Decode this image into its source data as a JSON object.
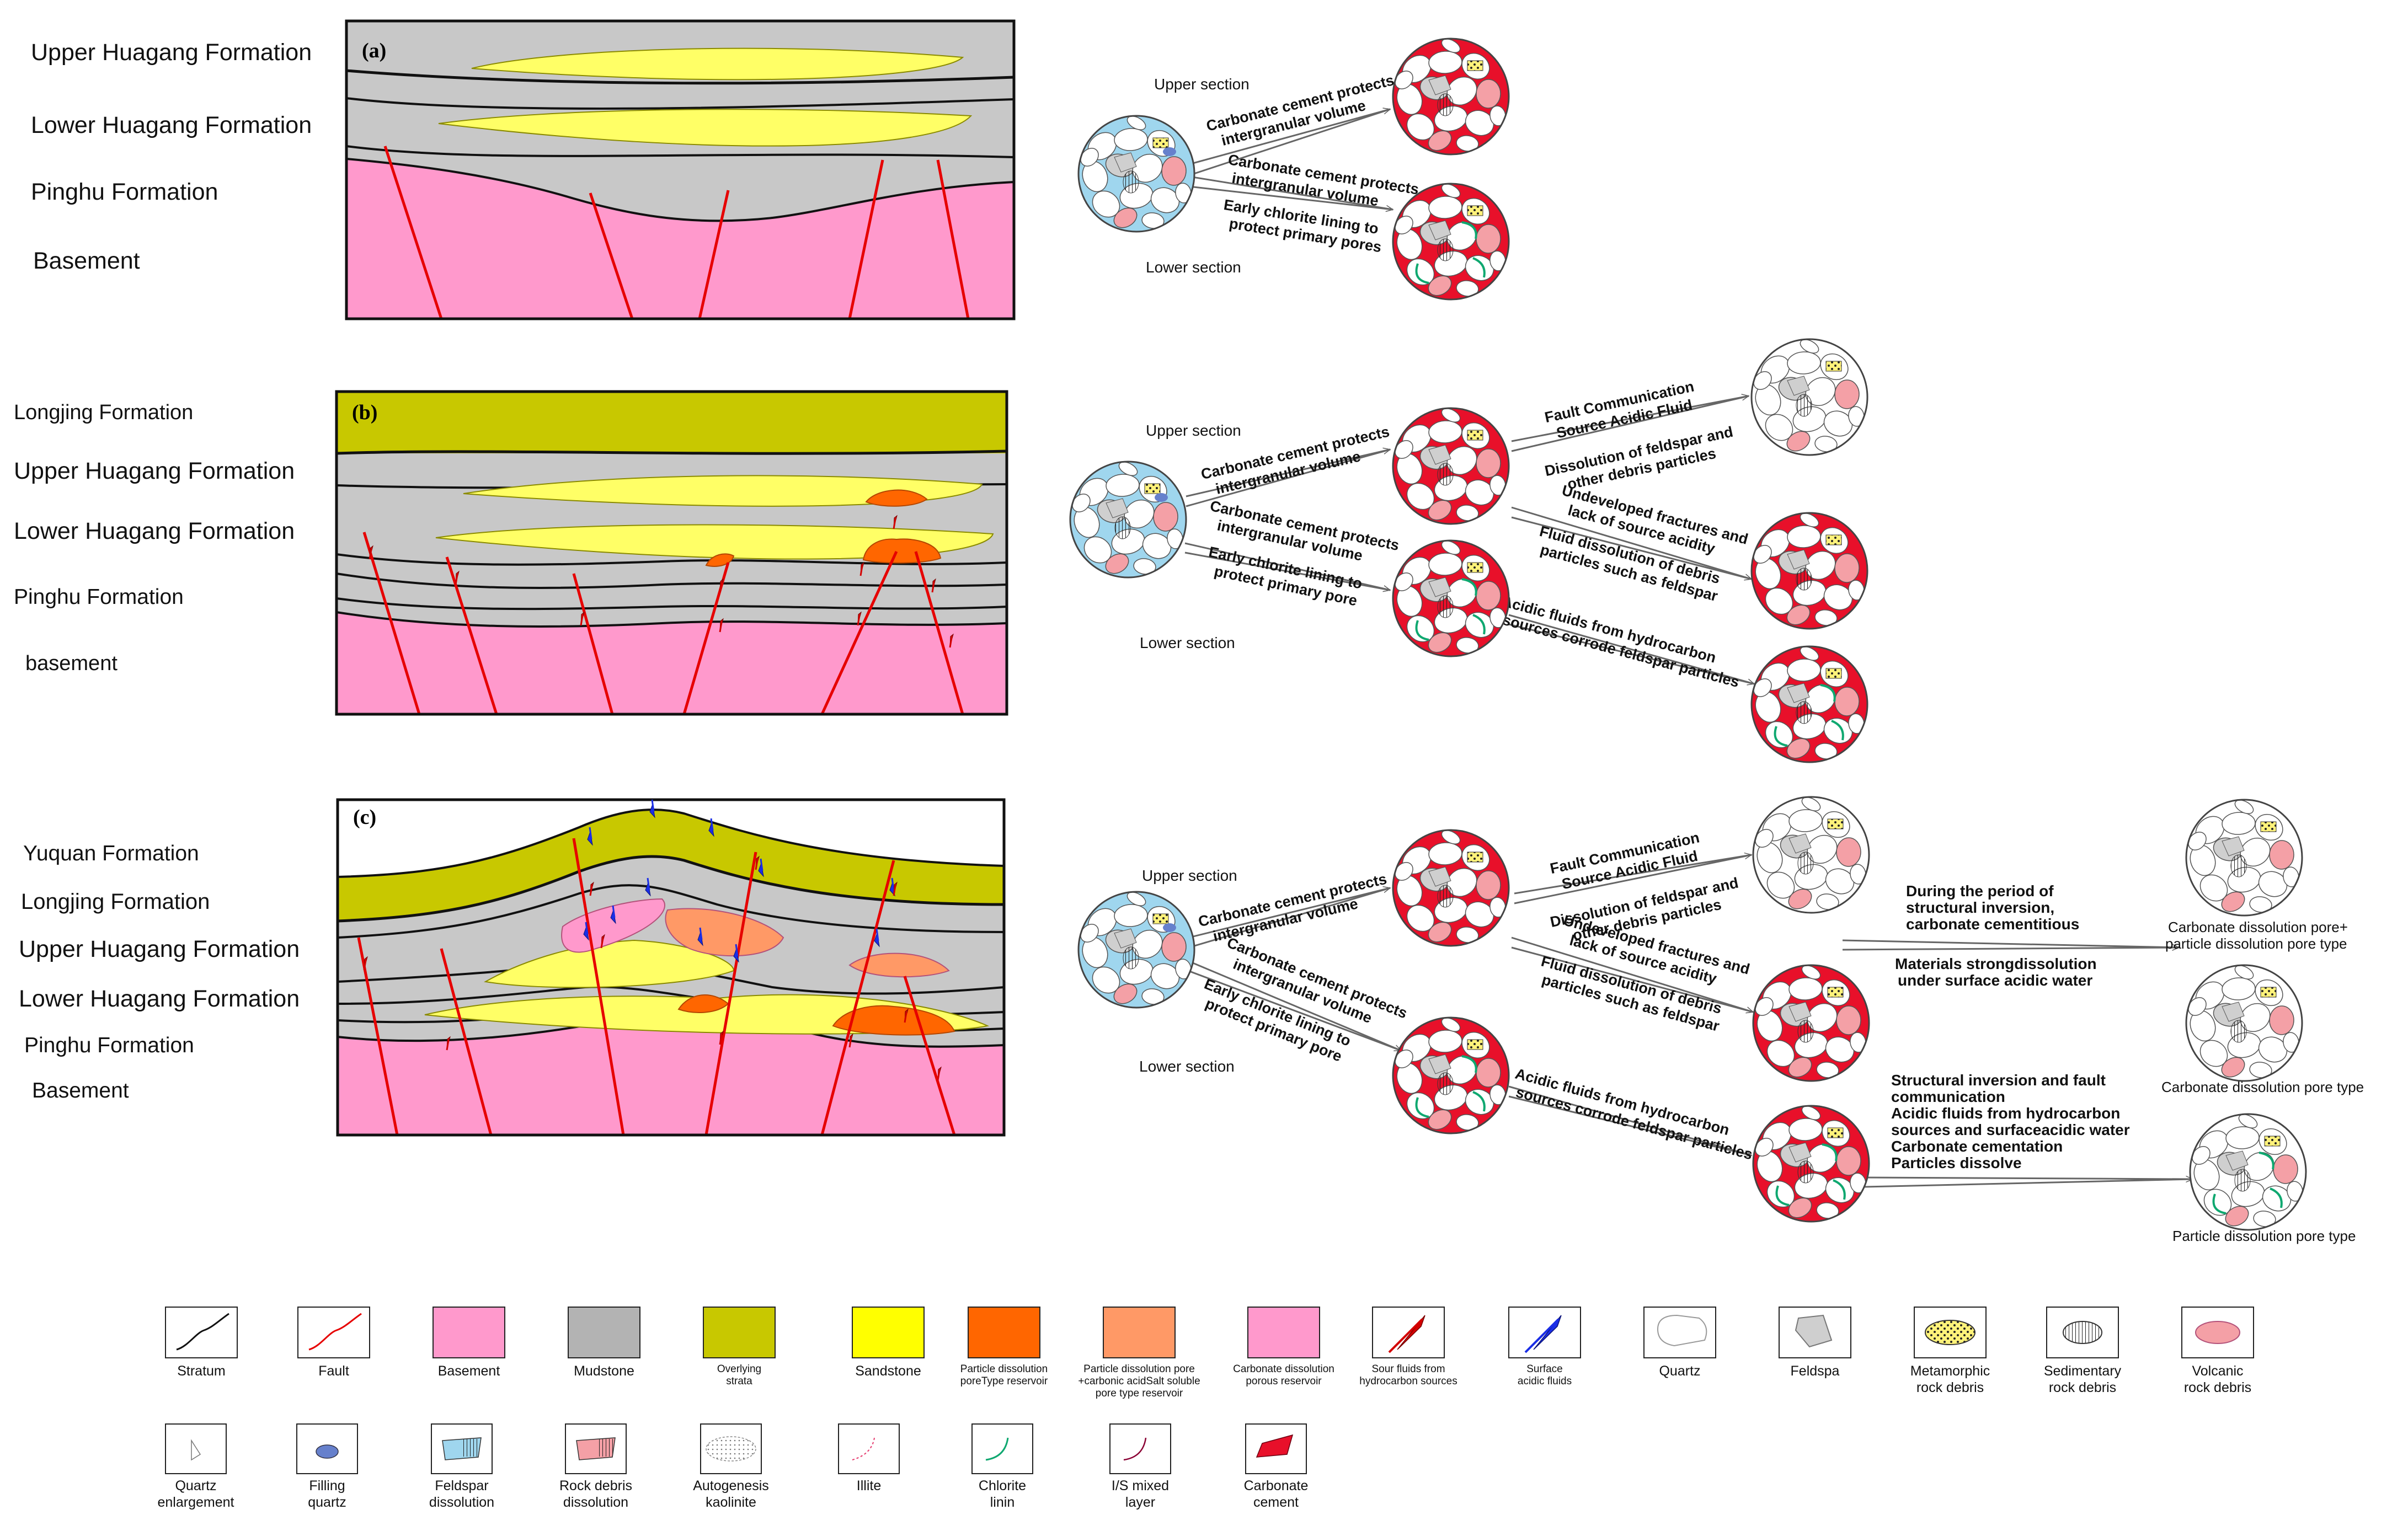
{
  "panels": {
    "a": {
      "tag": "(a)",
      "formations": [
        "Upper Huagang Formation",
        "Lower Huagang Formation",
        "Pinghu Formation",
        "Basement"
      ],
      "upper_section": "Upper section",
      "lower_section": "Lower section",
      "processes": [
        [
          "Carbonate cement protects",
          "intergranular volume"
        ],
        [
          "Carbonate cement protects",
          "intergranular volume"
        ],
        [
          "Early chlorite lining to",
          "protect primary pores"
        ]
      ]
    },
    "b": {
      "tag": "(b)",
      "formations": [
        "Longjing Formation",
        "Upper Huagang Formation",
        "Lower Huagang Formation",
        "Pinghu Formation",
        "basement"
      ],
      "upper_section": "Upper section",
      "lower_section": "Lower section",
      "processes": [
        [
          "Carbonate cement protects",
          "intergranular volume"
        ],
        [
          "Carbonate cement protects",
          "intergranular volume"
        ],
        [
          "Early chlorite lining to",
          "protect primary pore"
        ],
        [
          "Fault Communication",
          "Source Acidic Fluid"
        ],
        [
          "Dissolution of feldspar and",
          "other debris particles"
        ],
        [
          "Undeveloped fractures and",
          "lack of source acidity"
        ],
        [
          "Fluid dissolution of debris",
          "particles such as feldspar"
        ],
        [
          "Acidic fluids from hydrocarbon",
          "sources corrode feldspar particles"
        ]
      ]
    },
    "c": {
      "tag": "(c)",
      "formations": [
        "Yuquan Formation",
        "Longjing Formation",
        "Upper Huagang Formation",
        "Lower Huagang Formation",
        "Pinghu Formation",
        "Basement"
      ],
      "upper_section": "Upper section",
      "lower_section": "Lower section",
      "processes": [
        [
          "Carbonate cement protects",
          "intergranular volume"
        ],
        [
          "Carbonate cement protects",
          "intergranular volume"
        ],
        [
          "Early chlorite lining to",
          "protect primary pore"
        ],
        [
          "Fault Communication",
          "Source Acidic Fluid"
        ],
        [
          "Dissolution of feldspar and",
          "other debris particles"
        ],
        [
          "Undeveloped fractures and",
          "lack of source acidity"
        ],
        [
          "Fluid dissolution of debris",
          "particles such as feldspar"
        ],
        [
          "Acidic fluids from hydrocarbon",
          "sources corrode feldspar particles"
        ]
      ],
      "inversion_text": [
        "During the period of",
        "structural inversion,",
        "carbonate cementitious"
      ],
      "inversion_text2": [
        "Materials strongdissolution",
        "under surface acidic water"
      ],
      "bottom_text": [
        "Structural inversion and fault",
        "communication",
        "Acidic fluids from hydrocarbon",
        "sources and  surfaceacidic water",
        "Carbonate cementation",
        "Particles dissolve"
      ],
      "pore_types": [
        [
          "Carbonate dissolution pore+",
          "particle dissolution pore type"
        ],
        [
          "Carbonate dissolution pore type"
        ],
        [
          "Particle dissolution pore type"
        ]
      ]
    }
  },
  "legend": {
    "row1": [
      {
        "label": [
          "Stratum"
        ],
        "icon": "stratum-line",
        "small": false
      },
      {
        "label": [
          "Fault"
        ],
        "icon": "fault-line",
        "small": false
      },
      {
        "label": [
          "Basement"
        ],
        "icon": "fill",
        "color": "#ff99cc",
        "small": false
      },
      {
        "label": [
          "Mudstone"
        ],
        "icon": "fill",
        "color": "#b3b3b3",
        "small": false
      },
      {
        "label": [
          "Overlying",
          "strata"
        ],
        "icon": "fill",
        "color": "#c8c800",
        "small": true
      },
      {
        "label": [
          "Sandstone"
        ],
        "icon": "fill",
        "color": "#ffff00",
        "small": false
      },
      {
        "label": [
          "Particle dissolution",
          "poreType reservoir"
        ],
        "icon": "fill",
        "color": "#ff6600",
        "small": true
      },
      {
        "label": [
          "Particle dissolution pore",
          "+carbonic  acidSalt soluble",
          "pore type reservoir"
        ],
        "icon": "fill",
        "color": "#ff9966",
        "small": true
      },
      {
        "label": [
          "Carbonate dissolution",
          "porous reservoir"
        ],
        "icon": "fill",
        "color": "#ff99cc",
        "small": true
      },
      {
        "label": [
          "Sour fluids from",
          "hydrocarbon sources"
        ],
        "icon": "red-arrow",
        "small": true
      },
      {
        "label": [
          "Surface",
          "acidic fluids"
        ],
        "icon": "blue-arrow",
        "small": true
      },
      {
        "label": [
          "Quartz"
        ],
        "icon": "quartz",
        "small": false
      },
      {
        "label": [
          "Feldspa"
        ],
        "icon": "feldspar",
        "small": false
      },
      {
        "label": [
          "Metamorphic",
          "rock debris"
        ],
        "icon": "metamorphic",
        "small": false
      },
      {
        "label": [
          "Sedimentary",
          "rock debris"
        ],
        "icon": "sedimentary",
        "small": false
      },
      {
        "label": [
          "Volcanic",
          "rock debris"
        ],
        "icon": "volcanic",
        "small": false
      }
    ],
    "row2": [
      {
        "label": [
          "Quartz",
          "enlargement"
        ],
        "icon": "quartz-enlarge"
      },
      {
        "label": [
          "Filling",
          "quartz"
        ],
        "icon": "filling-quartz"
      },
      {
        "label": [
          "Feldspar",
          "dissolution"
        ],
        "icon": "feldspar-dissolution"
      },
      {
        "label": [
          "Rock debris",
          "dissolution"
        ],
        "icon": "debris-dissolution"
      },
      {
        "label": [
          "Autogenesis",
          "kaolinite"
        ],
        "icon": "kaolinite"
      },
      {
        "label": [
          "Illite"
        ],
        "icon": "illite"
      },
      {
        "label": [
          "Chlorite",
          "linin"
        ],
        "icon": "chlorite"
      },
      {
        "label": [
          "I/S mixed",
          "layer"
        ],
        "icon": "is-mixed"
      },
      {
        "label": [
          "Carbonate",
          "cement"
        ],
        "icon": "carbonate-cement"
      }
    ]
  },
  "colors": {
    "basement": "#ff99cc",
    "mudstone": "#c8c8c8",
    "overlying": "#c8c800",
    "sandstone": "#ffff66",
    "fault": "#e60000",
    "orange_dark": "#ff6600",
    "orange_light": "#ff9966",
    "pink_reservoir": "#ff99cc",
    "pore_blue": "#9fd6ee",
    "carbonate_red": "#e8102a",
    "chlorite": "#0fa870"
  }
}
